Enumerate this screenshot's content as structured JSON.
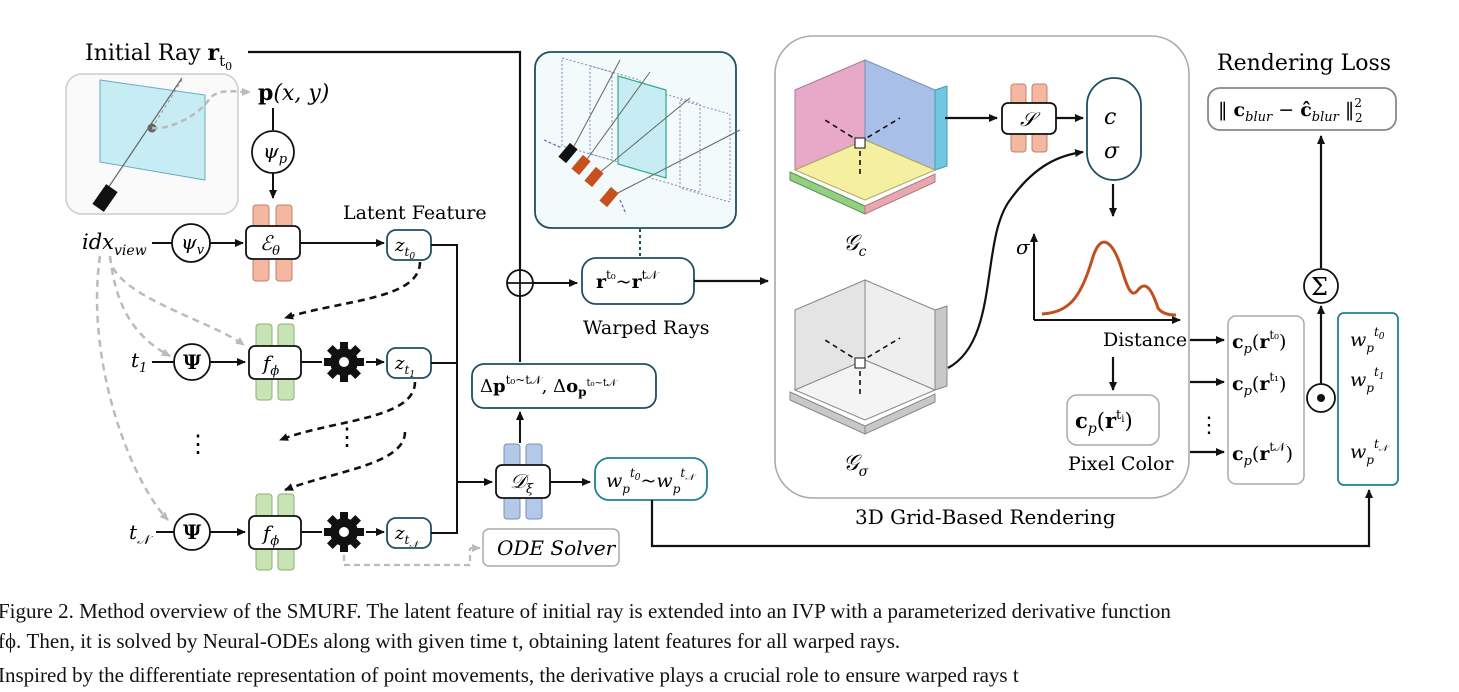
{
  "labels": {
    "initial_ray": "Initial Ray r",
    "initial_ray_sub": "t0",
    "p_xy": "p(x, y)",
    "psi_p": "ψp",
    "psi_v": "ψv",
    "idx_view": "idxview",
    "latent_feature": "Latent Feature",
    "encoder": "Eθ",
    "f_phi": "fϕ",
    "z_t0": "zt0",
    "z_t1": "zt1",
    "z_tN": "ztN",
    "t1": "t1",
    "tN": "tN",
    "psi_bold": "Ψ",
    "vdots": "⋮",
    "warped_rays_box": "rt0 ~ rtN",
    "warped_rays": "Warped Rays",
    "delta_box": "Δpt0~tN , Δopt0~tN",
    "decoder": "Dξ",
    "weights_box": "wpt0 ~ wptN",
    "ode_solver": "ODE Solver",
    "grid_c": "Gc",
    "grid_sigma": "Gσ",
    "s_block": "S",
    "c": "c",
    "sigma": "σ",
    "distance": "Distance",
    "pixel_color_box": "cp(rti)",
    "pixel_color": "Pixel Color",
    "grid_rendering": "3D Grid-Based Rendering",
    "rendering_loss": "Rendering Loss",
    "loss_formula": "‖ cblur − ĉblur ‖²₂",
    "sum": "Σ",
    "cp_t0": "cp(rt0)",
    "cp_t1": "cp(rt1)",
    "cp_tN": "cp(rtN)",
    "w_t0": "wpt0",
    "w_t1": "wpt1",
    "w_tN": "wptN",
    "odot": "⊙",
    "oplus": "⊕"
  },
  "caption": {
    "line1": "Figure 2. Method overview of the SMURF. The latent feature of initial ray is extended into an IVP with a parameterized derivative function",
    "line2": "fϕ. Then, it is solved by Neural-ODEs along with given time t, obtaining latent features for all warped rays.",
    "line3": "Inspired by the differentiate representation of point movements, the derivative plays a crucial role to ensure warped rays t"
  },
  "colors": {
    "encoder_orange": "#f4b8a0",
    "f_green": "#c9e4b4",
    "decoder_blue": "#b4c8e8",
    "teal_border": "#1f4e63",
    "curve": "#c0501e",
    "grid_pink": "#e8a8c8",
    "grid_blue": "#a8c0e8",
    "grid_yellow": "#f4f0a0",
    "grid_green": "#90d080",
    "grid_cyan": "#70c8e0",
    "grid_gray": "#d0d0d0"
  }
}
